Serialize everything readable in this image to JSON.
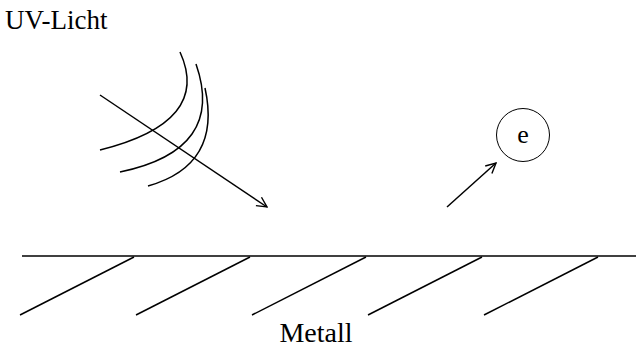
{
  "diagram": {
    "nodes": [
      {
        "text": [
          "e"
        ]
      }
    ],
    "labels": [
      "UV-Licht",
      "Metall"
    ]
  }
}
